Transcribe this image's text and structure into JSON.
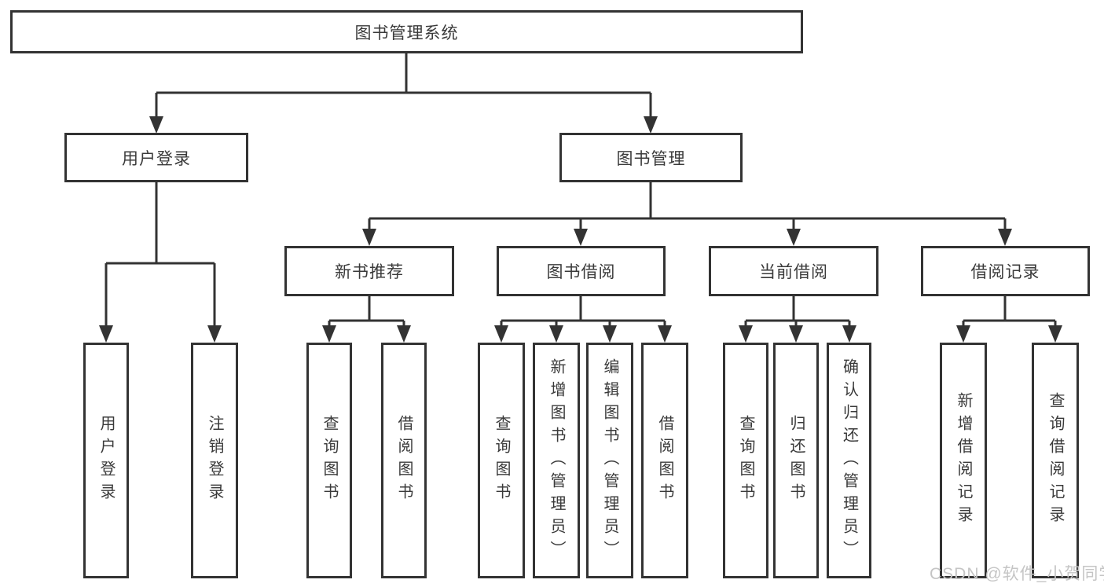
{
  "tree": {
    "root": {
      "label": "图书管理系统"
    },
    "children": [
      {
        "label": "用户登录",
        "children": [
          {
            "label": "用户登录"
          },
          {
            "label": "注销登录"
          }
        ]
      },
      {
        "label": "图书管理",
        "children": [
          {
            "label": "新书推荐",
            "children": [
              {
                "label": "查询图书"
              },
              {
                "label": "借阅图书"
              }
            ]
          },
          {
            "label": "图书借阅",
            "children": [
              {
                "label": "查询图书"
              },
              {
                "label": "新增图书（管理员）"
              },
              {
                "label": "编辑图书（管理员）"
              },
              {
                "label": "借阅图书"
              }
            ]
          },
          {
            "label": "当前借阅",
            "children": [
              {
                "label": "查询图书"
              },
              {
                "label": "归还图书"
              },
              {
                "label": "确认归还（管理员）"
              }
            ]
          },
          {
            "label": "借阅记录",
            "children": [
              {
                "label": "新增借阅记录"
              },
              {
                "label": "查询借阅记录"
              }
            ]
          }
        ]
      }
    ]
  },
  "watermark": {
    "text": "CSDN @软件_小贺同学",
    "color": "#c5c5c5"
  },
  "colors": {
    "line": "#333333",
    "box_border": "#333333",
    "text": "#3a3a3a",
    "background": "#ffffff"
  }
}
